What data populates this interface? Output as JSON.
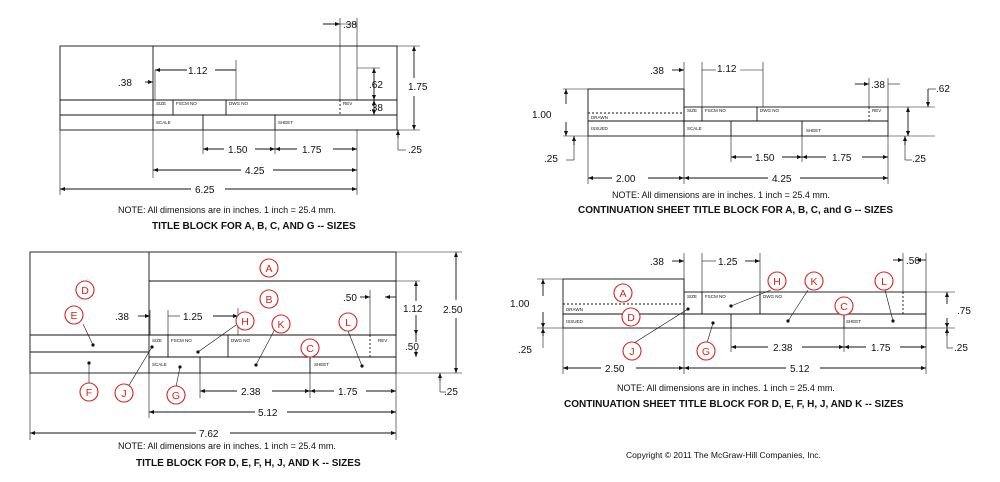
{
  "diagrams": {
    "tl": {
      "dims": {
        "d38top": ".38",
        "d112": "1.12",
        "d38left": ".38",
        "d62": ".62",
        "d175v": "1.75",
        "d38v": ".38",
        "d25": ".25",
        "d150": "1.50",
        "d175h": "1.75",
        "d425": "4.25",
        "d625": "6.25"
      },
      "labels": {
        "size": "SIZE",
        "fscm": "FSCM NO",
        "dwg": "DWG NO",
        "rev": "REV",
        "scale": "SCALE",
        "sheet": "SHEET"
      },
      "note": "NOTE: All dimensions are in inches. 1 inch = 25.4 mm.",
      "caption": "TITLE BLOCK FOR A, B, C, AND G -- SIZES"
    },
    "tr": {
      "dims": {
        "d38": ".38",
        "d112": "1.12",
        "d38r": ".38",
        "d62": ".62",
        "d100": "1.00",
        "d25l": ".25",
        "d150": "1.50",
        "d175": "1.75",
        "d25r": ".25",
        "d200": "2.00",
        "d425": "4.25"
      },
      "labels": {
        "drawn": "DRAWN",
        "issued": "ISSUED",
        "size": "SIZE",
        "fscm": "FSCM NO",
        "dwg": "DWG NO",
        "rev": "REV",
        "scale": "SCALE",
        "sheet": "SHEET"
      },
      "note": "NOTE: All dimensions are in inches. 1 inch = 25.4 mm.",
      "caption": "CONTINUATION SHEET TITLE BLOCK FOR A, B, C, and G -- SIZES"
    },
    "bl": {
      "dims": {
        "d38": ".38",
        "d125": "1.25",
        "d50": ".50",
        "d112": "1.12",
        "d250v": "2.50",
        "d50v": ".50",
        "d25": ".25",
        "d238": "2.38",
        "d175": "1.75",
        "d512": "5.12",
        "d762": "7.62"
      },
      "labels": {
        "size": "SIZE",
        "fscm": "FSCM NO",
        "dwg": "DWG NO",
        "rev": "REV",
        "scale": "SCALE",
        "sheet": "SHEET"
      },
      "circles": {
        "A": "A",
        "B": "B",
        "C": "C",
        "D": "D",
        "E": "E",
        "F": "F",
        "G": "G",
        "H": "H",
        "J": "J",
        "K": "K",
        "L": "L"
      },
      "note": "NOTE: All dimensions are in inches. 1 inch = 25.4 mm.",
      "caption": "TITLE BLOCK FOR D, E, F, H, J, AND K -- SIZES"
    },
    "br": {
      "dims": {
        "d38": ".38",
        "d125": "1.25",
        "d50": ".50",
        "d100": "1.00",
        "d75": ".75",
        "d25l": ".25",
        "d25r": ".25",
        "d238": "2.38",
        "d175": "1.75",
        "d250": "2.50",
        "d512": "5.12"
      },
      "labels": {
        "drawn": "DRAWN",
        "issued": "ISSUED",
        "size": "SIZE",
        "fscm": "FSCM NO",
        "dwg": "DWG NO",
        "sheet": "SHEET"
      },
      "circles": {
        "A": "A",
        "C": "C",
        "D": "D",
        "G": "G",
        "H": "H",
        "J": "J",
        "K": "K",
        "L": "L"
      },
      "note": "NOTE: All dimensions are in inches. 1 inch = 25.4 mm.",
      "caption": "CONTINUATION SHEET TITLE BLOCK FOR D, E, F, H, J, AND K -- SIZES"
    }
  },
  "copyright": "Copyright © 2011 The McGraw-Hill Companies, Inc.",
  "colors": {
    "callout": "#d9241d",
    "line": "#111111"
  }
}
